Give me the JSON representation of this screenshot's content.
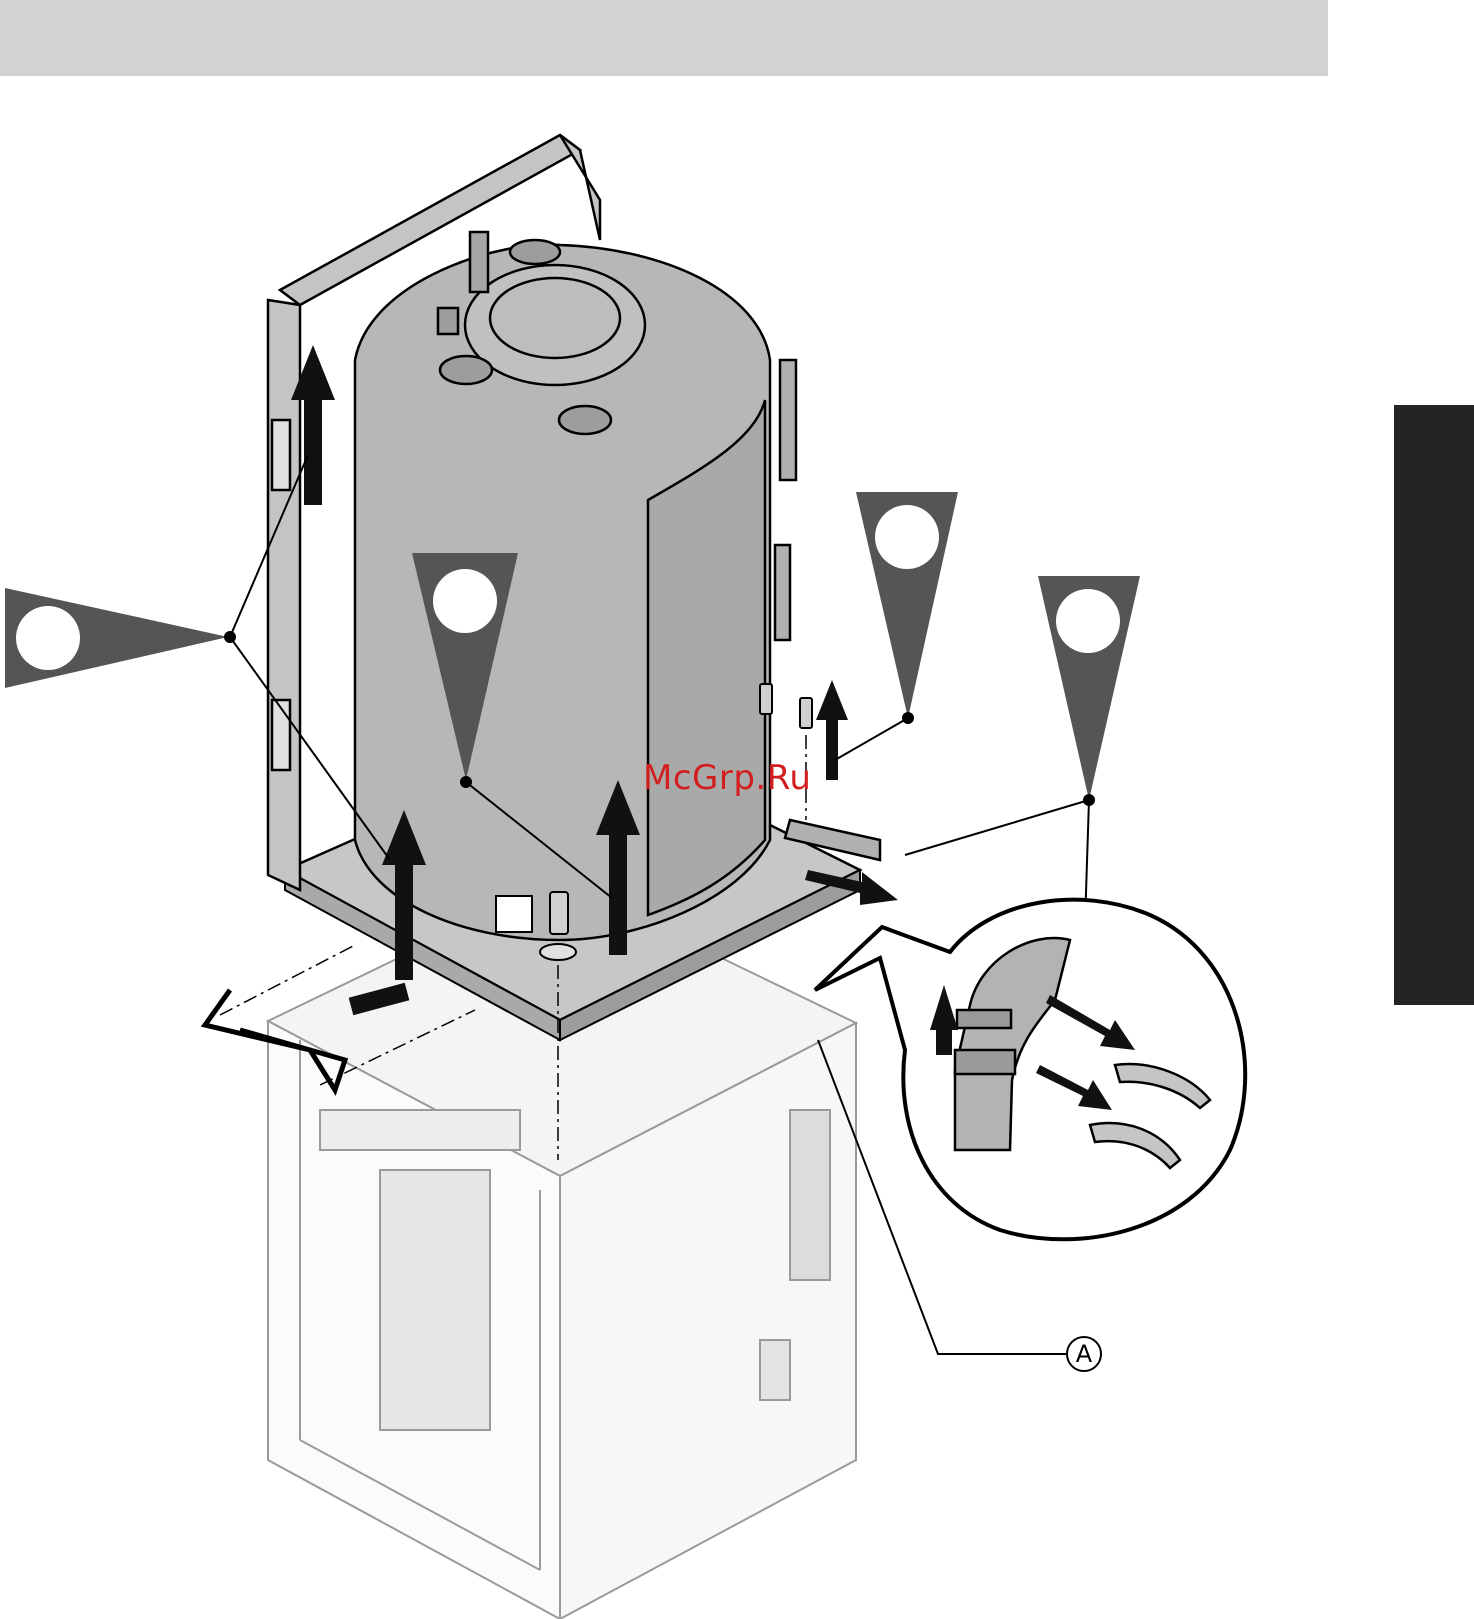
{
  "watermark": "McGrp.Ru",
  "callout_label": "A",
  "colors": {
    "header_bar": "#d2d2d2",
    "side_tab": "#242424",
    "tank_body": "#b7b7b7",
    "step_marker": "#555555",
    "watermark": "#d21e1e"
  },
  "icons": [
    "step-marker",
    "lift-arrow",
    "screw-icon",
    "clip-icon",
    "hose-detail"
  ]
}
